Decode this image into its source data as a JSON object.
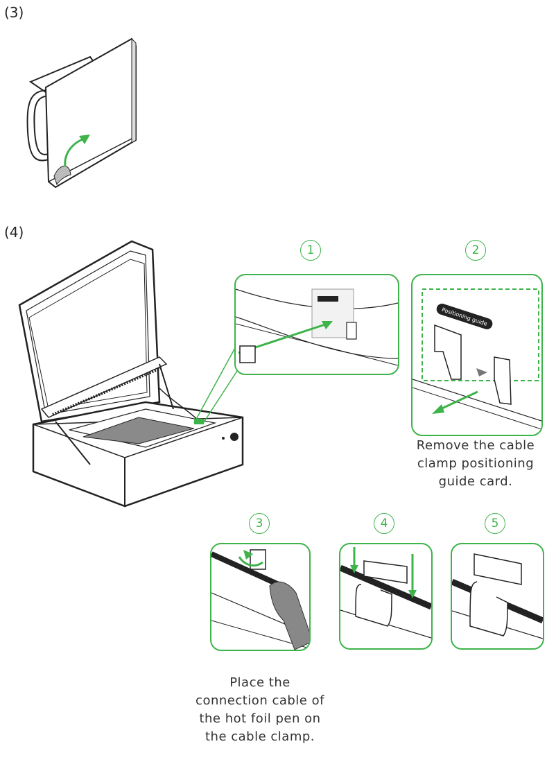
{
  "steps": {
    "step3_label": "(3)",
    "step4_label": "(4)"
  },
  "substeps": [
    "1",
    "2",
    "3",
    "4",
    "5"
  ],
  "panel2": {
    "guide_tag": "Positioning guide",
    "caption": "Remove the cable clamp positioning guide card."
  },
  "panel3": {
    "caption": "Place the connection cable of the hot foil pen on the cable clamp."
  },
  "colors": {
    "accent": "#3db34a",
    "line": "#222222",
    "tag_bg": "#222222"
  }
}
